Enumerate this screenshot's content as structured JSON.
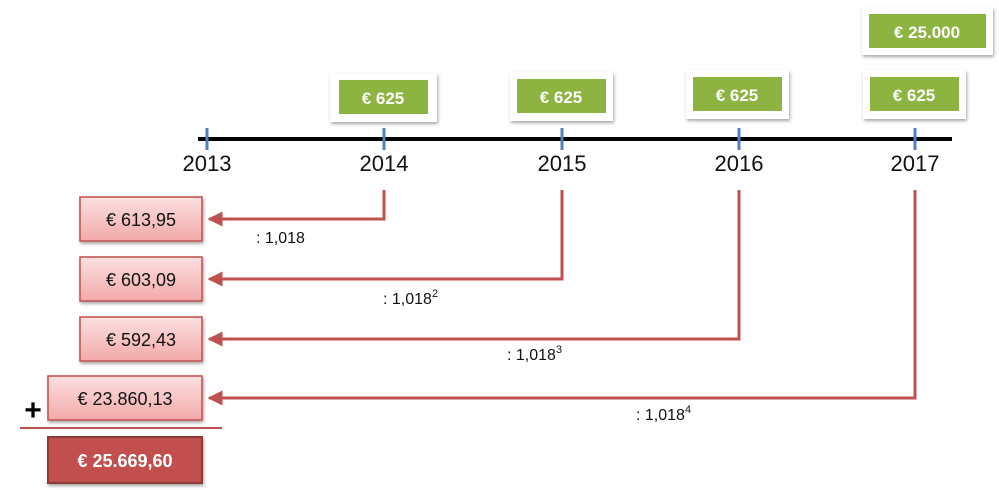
{
  "timeline": {
    "years": [
      "2013",
      "2014",
      "2015",
      "2016",
      "2017"
    ]
  },
  "payments": [
    {
      "year": "2014",
      "label": "€ 625"
    },
    {
      "year": "2015",
      "label": "€ 625"
    },
    {
      "year": "2016",
      "label": "€ 625"
    },
    {
      "year": "2017",
      "label": "€ 625"
    },
    {
      "year": "2017",
      "label": "€ 25.000"
    }
  ],
  "present_values": [
    {
      "from_year": "2014",
      "label": "€ 613,95",
      "divisor": ": 1,018",
      "exponent": ""
    },
    {
      "from_year": "2015",
      "label": "€ 603,09",
      "divisor": ": 1,018",
      "exponent": "2"
    },
    {
      "from_year": "2016",
      "label": "€ 592,43",
      "divisor": ": 1,018",
      "exponent": "3"
    },
    {
      "from_year": "2017",
      "label": "€ 23.860,13",
      "divisor": ": 1,018",
      "exponent": "4"
    }
  ],
  "sum": {
    "operator": "+",
    "total_label": "€ 25.669,60"
  },
  "colors": {
    "green_box": "#8db43f",
    "red_box_top": "#fbe0e0",
    "red_box_bottom": "#f3a9a9",
    "red_border": "#c0504d",
    "arrow": "#c0504d",
    "total_box": "#c0504d",
    "tick": "#4f81bd",
    "axis": "#000000"
  }
}
